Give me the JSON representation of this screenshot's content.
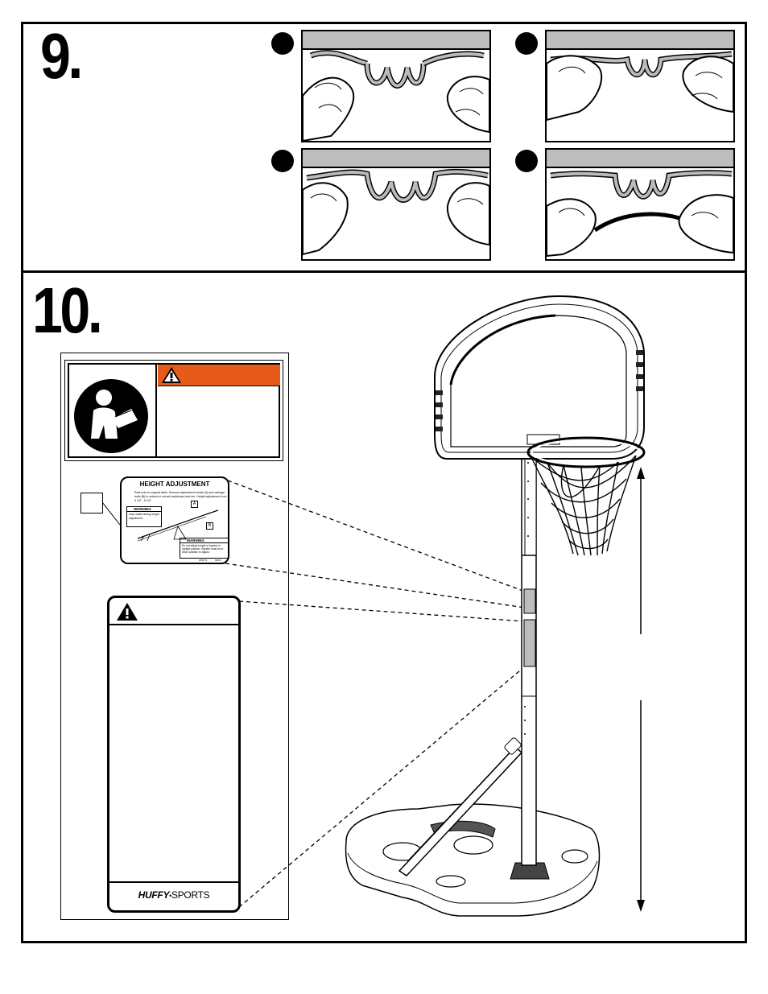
{
  "step9": {
    "number": "9."
  },
  "step10": {
    "number": "10."
  },
  "labels": {
    "height_label": {
      "title": "HEIGHT ADJUSTMENT",
      "instructions": "Rest unit on support table. Remove adjustment knobs (A) and carriage bolts (B) to extend or retract backboard and rim. Height adjustment from 4 1/2' - 6 1/2'.",
      "warning1_title": "WARNING",
      "warning1_text": "may rotate during height adjustment.",
      "warning2_title": "WARNING",
      "warning2_text": "Do not adjust height of system in upright position. System must be in down position to adjust.",
      "marker_a": "A",
      "marker_b": "B",
      "part_no": "205179",
      "date_code": "03/04"
    },
    "brand": {
      "bold": "HUFFY",
      "rest": "SPORTS"
    }
  },
  "colors": {
    "warning_orange": "#e65a1a",
    "label_gray": "#bdbdbd",
    "ink": "#000000"
  },
  "icons": [
    "read-manual-icon",
    "warning-triangle-icon"
  ]
}
